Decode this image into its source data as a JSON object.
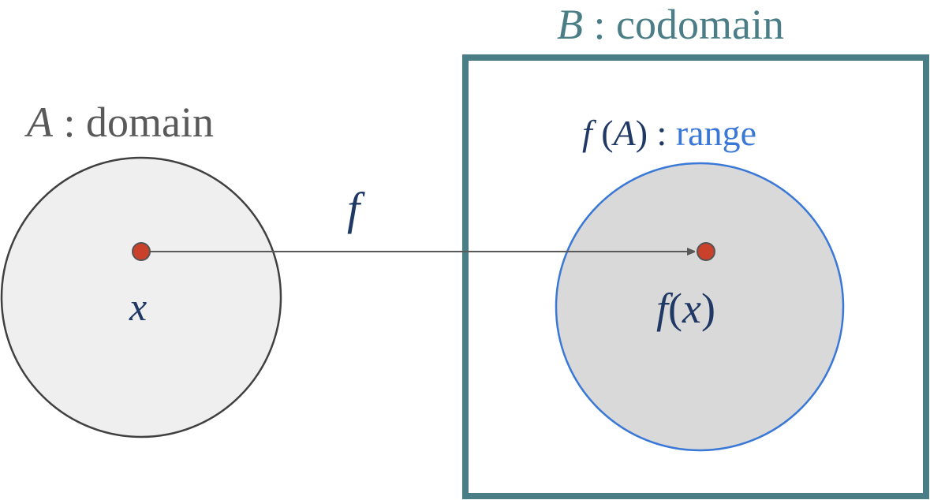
{
  "codomain": {
    "symbol": "B",
    "separator": " : ",
    "name": "codomain",
    "color": "#4a7d86"
  },
  "domain": {
    "symbol": "A",
    "separator": " : ",
    "name": "domain",
    "color": "#595959",
    "fill": "#efefef"
  },
  "range": {
    "f_symbol": "f",
    "open_paren": " (",
    "arg": "A",
    "close_paren": ")",
    "separator": " : ",
    "name": "range",
    "color": "#3a78d8",
    "fill": "#d9d9d9"
  },
  "mapping": {
    "symbol": "f",
    "arrow_color": "#595959"
  },
  "element": {
    "symbol": "x",
    "point_color": "#c9402b"
  },
  "image": {
    "f_symbol": "f",
    "open_paren": "(",
    "arg": "x",
    "close_paren": ")"
  }
}
